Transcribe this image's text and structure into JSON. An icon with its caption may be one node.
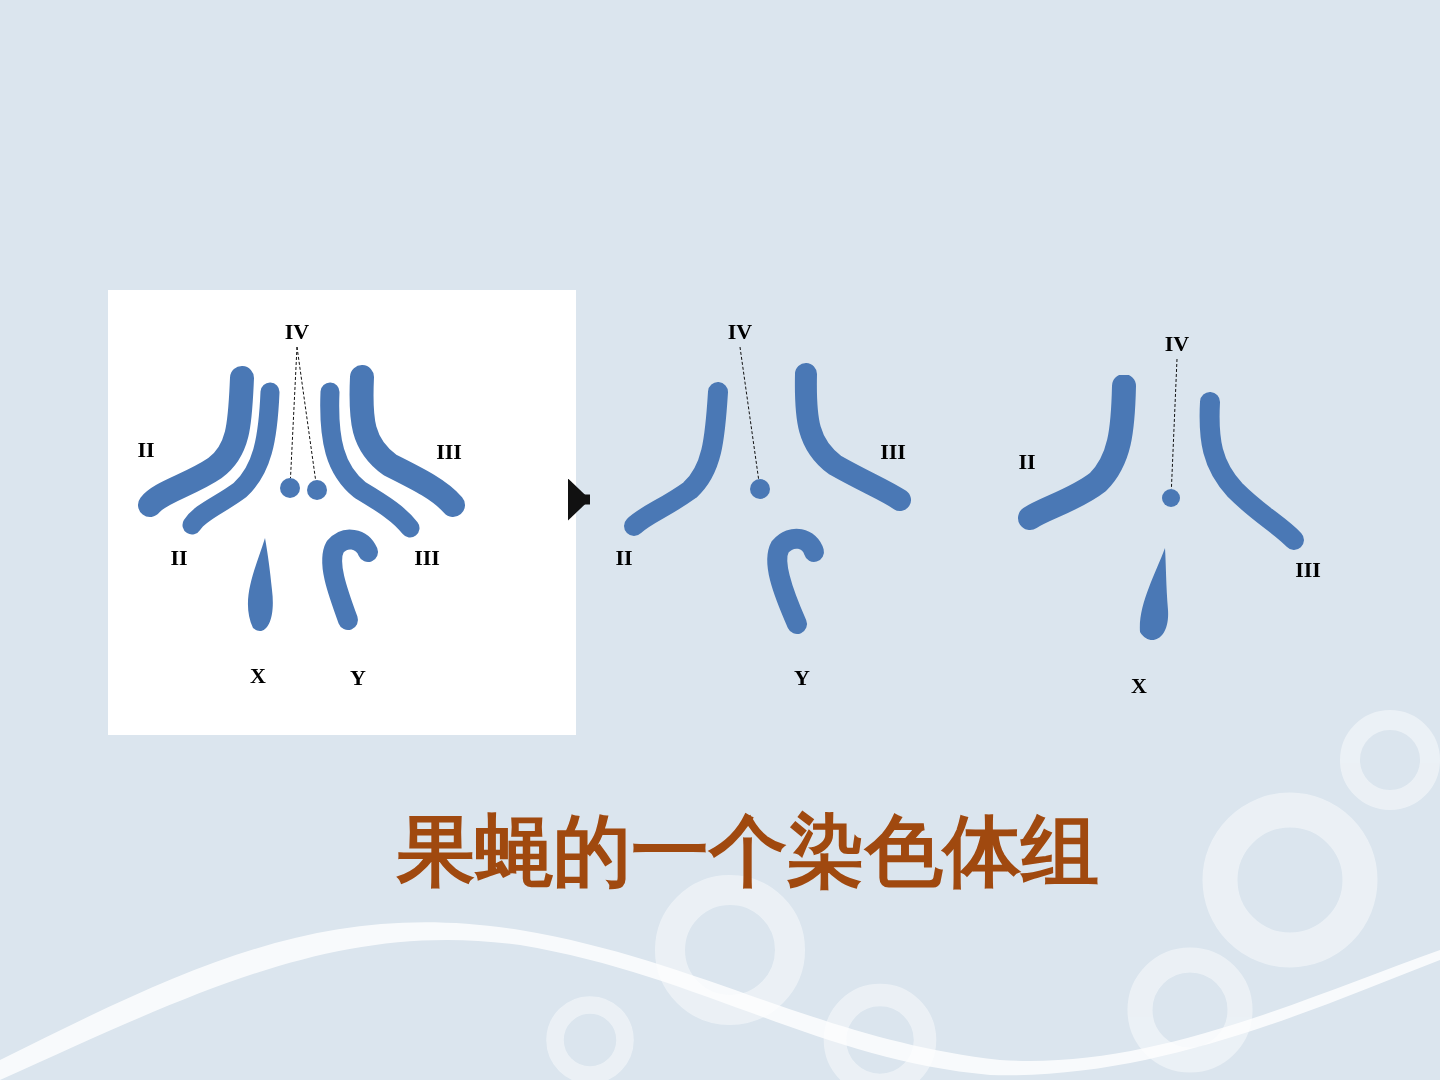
{
  "diagram": {
    "caption": "果蝇的一个染色体组",
    "nodes": [
      {
        "text": [],
        "shape": "box"
      },
      {
        "text": [
          "IV"
        ],
        "in": 0
      },
      {
        "text": [],
        "shape": "circle",
        "in": 0
      },
      {
        "text": [],
        "shape": "circle",
        "in": 0
      },
      {
        "text": [],
        "shape": "picture"
      },
      {
        "text": [
          "IV"
        ]
      },
      {
        "text": [],
        "shape": "circle",
        "in": 4
      },
      {
        "text": [
          "IV"
        ]
      },
      {
        "text": [],
        "shape": "circle"
      }
    ],
    "edges": [
      {
        "from": 0,
        "to": 4,
        "arrow": "to",
        "style": "thick"
      },
      {
        "from": 1,
        "to": 2,
        "arrow": "none",
        "style": "dashed"
      },
      {
        "from": 1,
        "to": 3,
        "arrow": "none",
        "style": "dashed"
      },
      {
        "from": 5,
        "to": 6,
        "arrow": "none",
        "style": "dashed"
      },
      {
        "from": 7,
        "to": 8,
        "arrow": "none",
        "style": "dashed"
      }
    ],
    "labels": [
      "II",
      "III",
      "II",
      "III",
      "X",
      "Y",
      "III",
      "II",
      "Y",
      "II",
      "III",
      "X"
    ]
  }
}
